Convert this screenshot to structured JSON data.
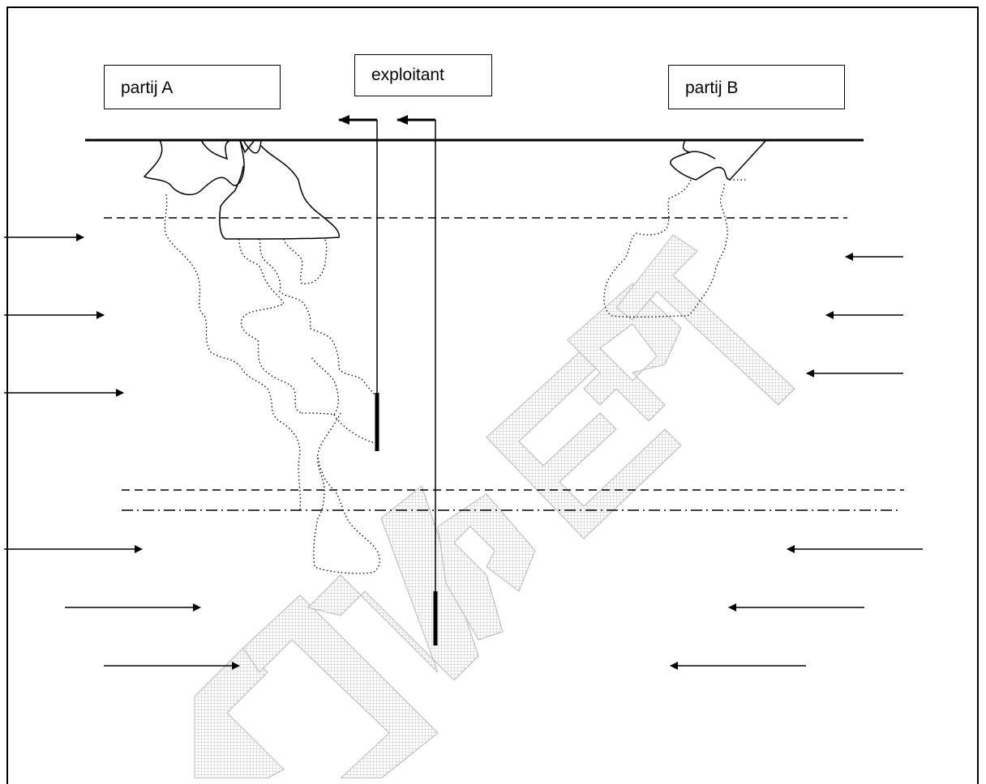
{
  "labels": {
    "party_a": "partij A",
    "operator": "exploitant",
    "party_b": "partij B"
  },
  "watermark": {
    "text": "CONCEPT",
    "color": "#c8c8c8"
  },
  "colors": {
    "line": "#000000",
    "background": "#ffffff"
  }
}
